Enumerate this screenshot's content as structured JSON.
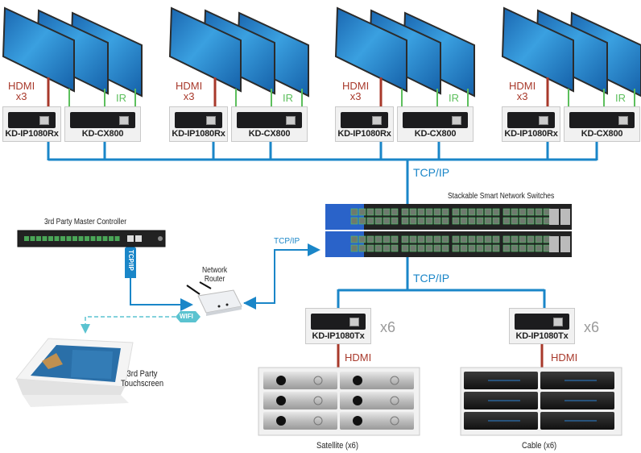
{
  "colors": {
    "tcp_line": "#1a86c8",
    "hdmi_line": "#a8392b",
    "ir_line": "#5cbf5c",
    "wifi_line": "#5bc3d0",
    "display_blue": "#1f77c2"
  },
  "zones": [
    {
      "hdmi_label": "HDMI",
      "hdmi_count": "x3",
      "ir_label": "IR",
      "receiver": "KD-IP1080Rx",
      "controller": "KD-CX800"
    },
    {
      "hdmi_label": "HDMI",
      "hdmi_count": "x3",
      "ir_label": "IR",
      "receiver": "KD-IP1080Rx",
      "controller": "KD-CX800"
    },
    {
      "hdmi_label": "HDMI",
      "hdmi_count": "x3",
      "ir_label": "IR",
      "receiver": "KD-IP1080Rx",
      "controller": "KD-CX800"
    },
    {
      "hdmi_label": "HDMI",
      "hdmi_count": "x3",
      "ir_label": "IR",
      "receiver": "KD-IP1080Rx",
      "controller": "KD-CX800"
    }
  ],
  "network": {
    "tcp_top": "TCP/IP",
    "tcp_bottom": "TCP/IP",
    "tcp_router": "TCP/IP",
    "tcp_controller": "TCP/IP",
    "switch_label": "Stackable Smart Network Switches",
    "router_label_1": "Network",
    "router_label_2": "Router",
    "wifi_label": "WIFI"
  },
  "controller": {
    "label": "3rd Party Master Controller"
  },
  "touchscreen": {
    "label_1": "3rd Party",
    "label_2": "Touchscreen"
  },
  "sources": [
    {
      "transmitter": "KD-IP1080Tx",
      "count": "x6",
      "link": "HDMI",
      "label": "Satellite (x6)"
    },
    {
      "transmitter": "KD-IP1080Tx",
      "count": "x6",
      "link": "HDMI",
      "label": "Cable (x6)"
    }
  ]
}
